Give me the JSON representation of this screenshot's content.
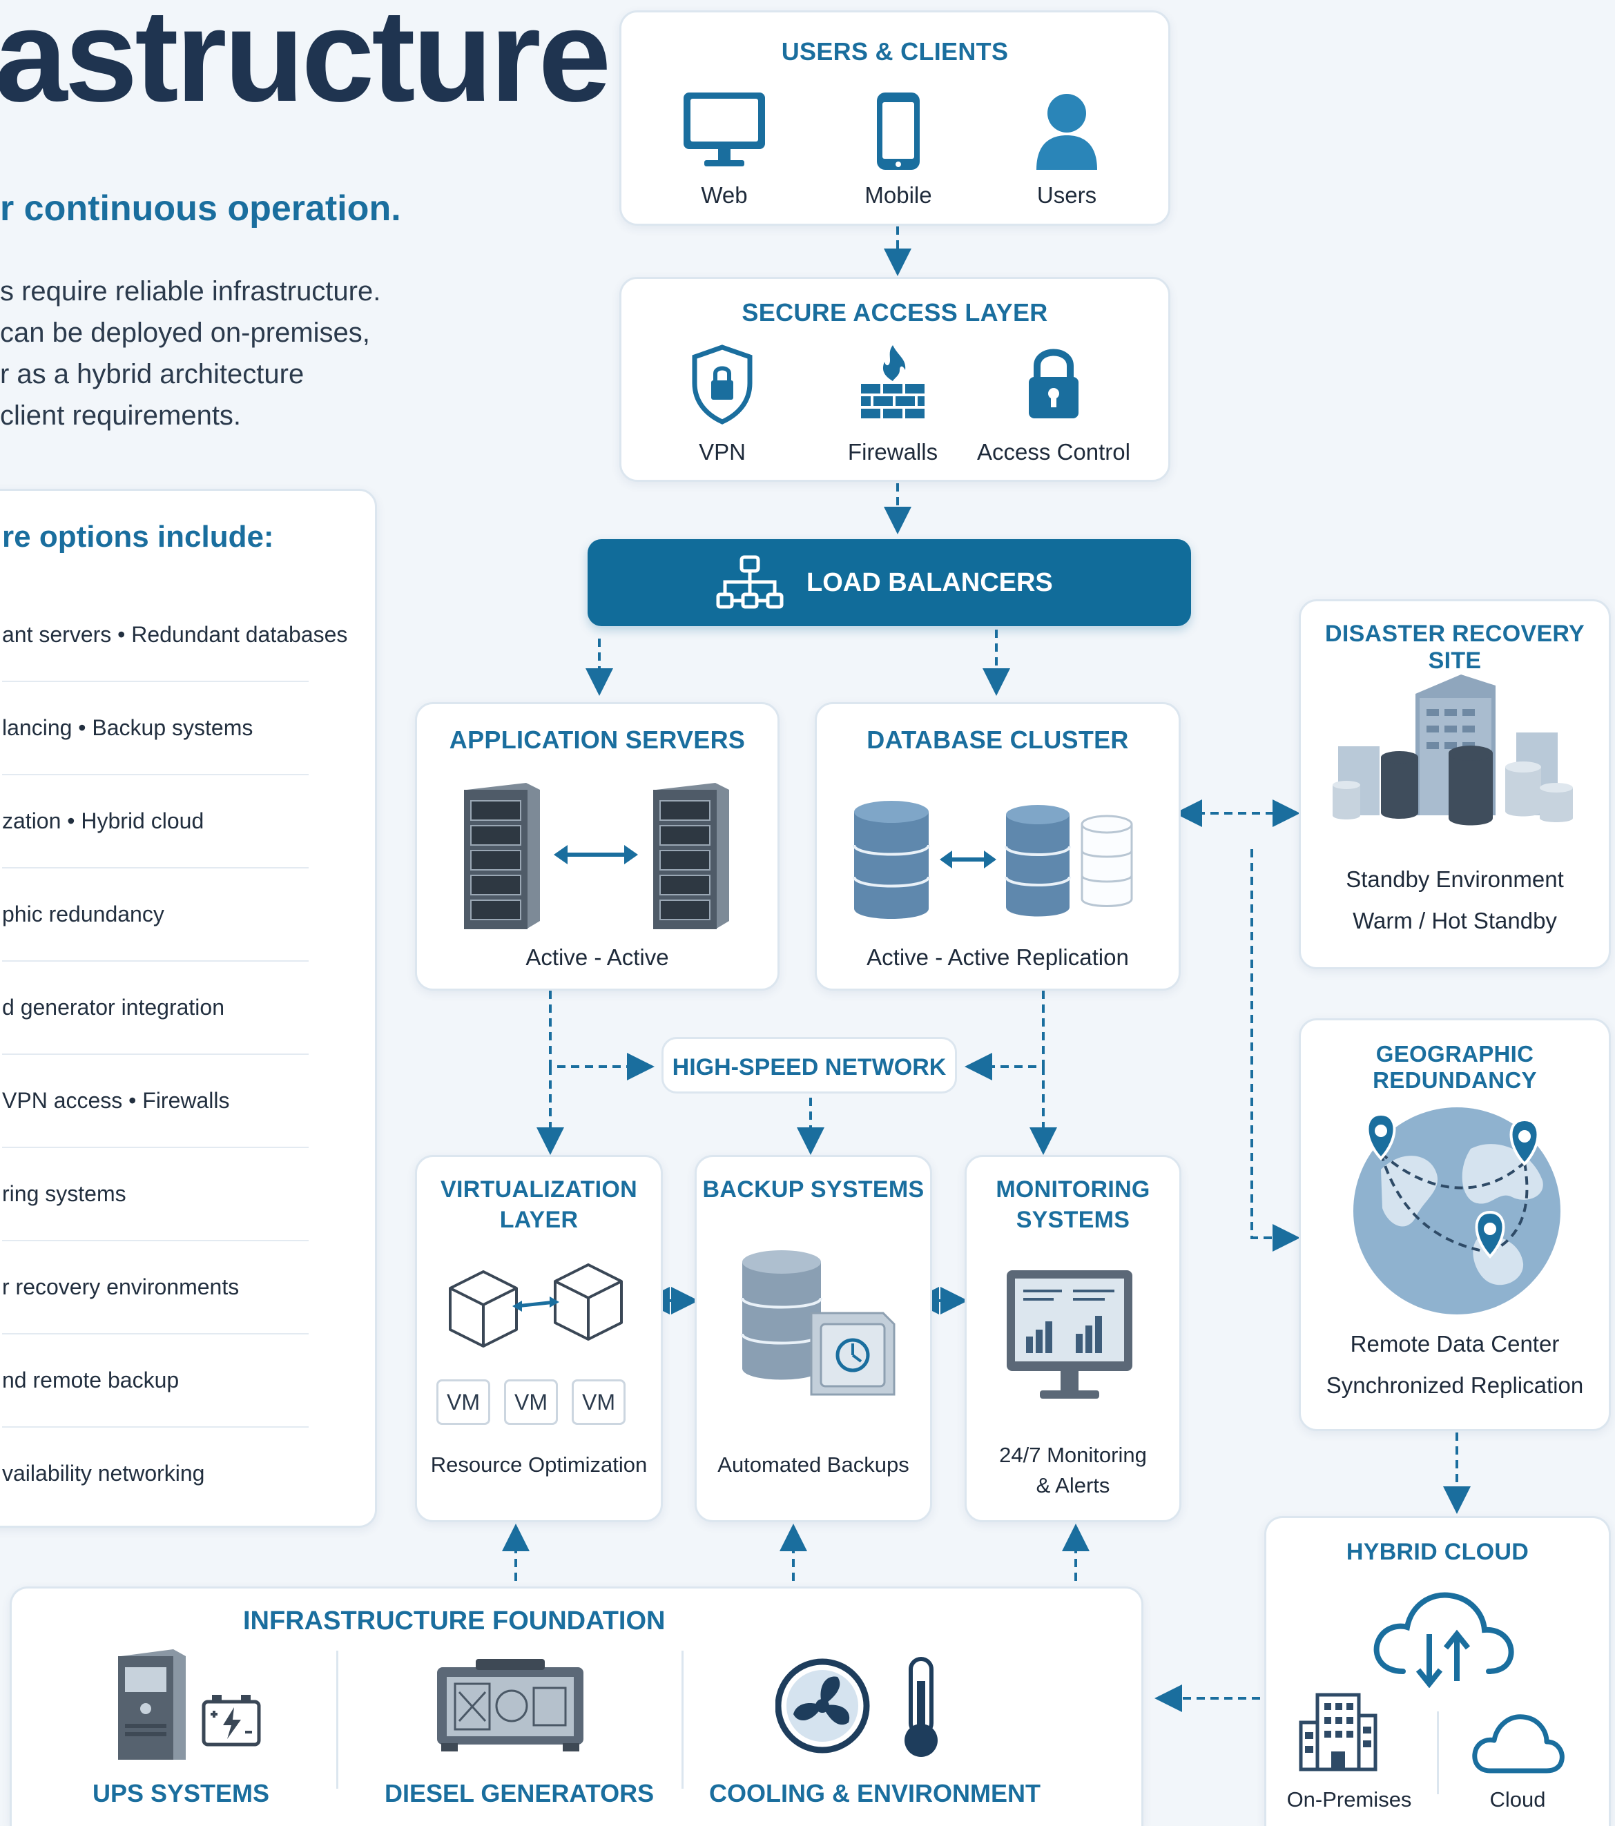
{
  "header": {
    "title": "astructure",
    "subtitle": "r continuous operation.",
    "intro": [
      "s require reliable infrastructure.",
      "can be deployed on-premises,",
      "r as a hybrid architecture",
      " client requirements."
    ]
  },
  "options": {
    "heading": "re options include:",
    "items": [
      "ant servers  •  Redundant databases",
      "lancing  •  Backup systems",
      "zation  •  Hybrid cloud",
      "phic redundancy",
      "d generator integration",
      "VPN access  •  Firewalls",
      "ring systems",
      "r recovery environments",
      "nd remote backup",
      "vailability networking"
    ]
  },
  "users": {
    "title": "USERS & CLIENTS",
    "items": [
      {
        "label": "Web",
        "icon": "monitor-icon"
      },
      {
        "label": "Mobile",
        "icon": "smartphone-icon"
      },
      {
        "label": "Users",
        "icon": "user-icon"
      }
    ]
  },
  "secure": {
    "title": "SECURE ACCESS LAYER",
    "items": [
      {
        "label": "VPN",
        "icon": "shield-lock-icon"
      },
      {
        "label": "Firewalls",
        "icon": "firewall-icon"
      },
      {
        "label": "Access Control",
        "icon": "padlock-icon"
      }
    ]
  },
  "load_balancers": {
    "label": "LOAD BALANCERS",
    "icon": "network-nodes-icon"
  },
  "app_servers": {
    "title": "APPLICATION SERVERS",
    "caption": "Active - Active"
  },
  "db_cluster": {
    "title": "DATABASE CLUSTER",
    "caption": "Active - Active Replication"
  },
  "dr_site": {
    "title": "DISASTER RECOVERY SITE",
    "line1": "Standby Environment",
    "line2": "Warm / Hot Standby"
  },
  "network": {
    "label": "HIGH-SPEED NETWORK"
  },
  "geo": {
    "title": "GEOGRAPHIC REDUNDANCY",
    "line1": "Remote Data Center",
    "line2": "Synchronized Replication"
  },
  "virtualization": {
    "title1": "VIRTUALIZATION",
    "title2": "LAYER",
    "vms": [
      "VM",
      "VM",
      "VM"
    ],
    "caption": "Resource Optimization"
  },
  "backup": {
    "title": "BACKUP SYSTEMS",
    "caption": "Automated Backups"
  },
  "monitoring": {
    "title1": "MONITORING",
    "title2": "SYSTEMS",
    "caption1": "24/7 Monitoring",
    "caption2": "& Alerts"
  },
  "foundation": {
    "title": "INFRASTRUCTURE FOUNDATION",
    "items": [
      {
        "label": "UPS SYSTEMS",
        "icon": "ups-battery-icon"
      },
      {
        "label": "DIESEL GENERATORS",
        "icon": "generator-icon"
      },
      {
        "label": "COOLING & ENVIRONMENT",
        "icon": "fan-thermometer-icon"
      }
    ]
  },
  "hybrid": {
    "title": "HYBRID CLOUD",
    "on_prem": "On-Premises",
    "cloud": "Cloud"
  },
  "colors": {
    "accent": "#1a6e9e",
    "primary_bar": "#116c9a",
    "title_text": "#1f3450",
    "background": "#f2f6fa"
  }
}
